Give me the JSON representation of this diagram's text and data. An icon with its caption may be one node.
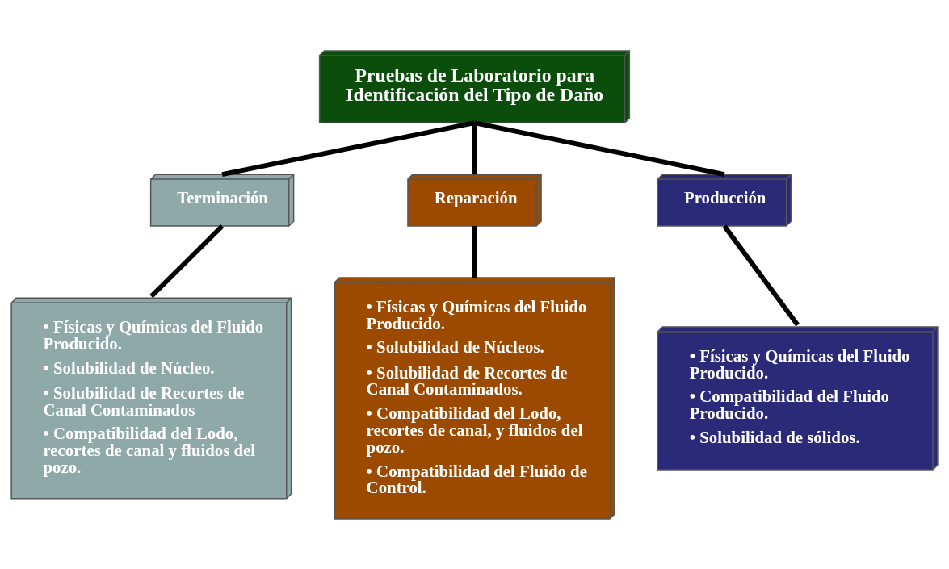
{
  "diagram": {
    "nodes": [
      {
        "text": [
          "Pruebas de Laboratorio para Identificación del Tipo de Daño"
        ]
      },
      {
        "text": [
          "Terminación"
        ]
      },
      {
        "text": [
          "Reparación"
        ]
      },
      {
        "text": [
          "Producción"
        ]
      },
      {
        "text": [
          "• Físicas y Químicas del Fluido Producido.",
          "• Solubilidad de Núcleo.",
          "• Solubilidad de Recortes de Canal Contaminados",
          "• Compatibilidad del Lodo, recortes de canal y fluidos del pozo."
        ]
      },
      {
        "text": [
          "• Físicas y Químicas del Fluido Producido.",
          "• Solubilidad de Núcleos.",
          "• Solubilidad de Recortes de Canal Contaminados.",
          "• Compatibilidad del Lodo, recortes de canal, y fluidos del pozo.",
          "• Compatibilidad del Fluido de Control."
        ]
      },
      {
        "text": [
          "• Físicas y Químicas del Fluido Producido.",
          "• Compatibilidad del Fluido Producido.",
          "• Solubilidad de sólidos."
        ]
      }
    ],
    "edges": [
      {
        "from": 0,
        "to": 1,
        "arrow": "none"
      },
      {
        "from": 0,
        "to": 2,
        "arrow": "none"
      },
      {
        "from": 0,
        "to": 3,
        "arrow": "none"
      },
      {
        "from": 1,
        "to": 4,
        "arrow": "none"
      },
      {
        "from": 2,
        "to": 5,
        "arrow": "none"
      },
      {
        "from": 3,
        "to": 6,
        "arrow": "none"
      }
    ]
  }
}
